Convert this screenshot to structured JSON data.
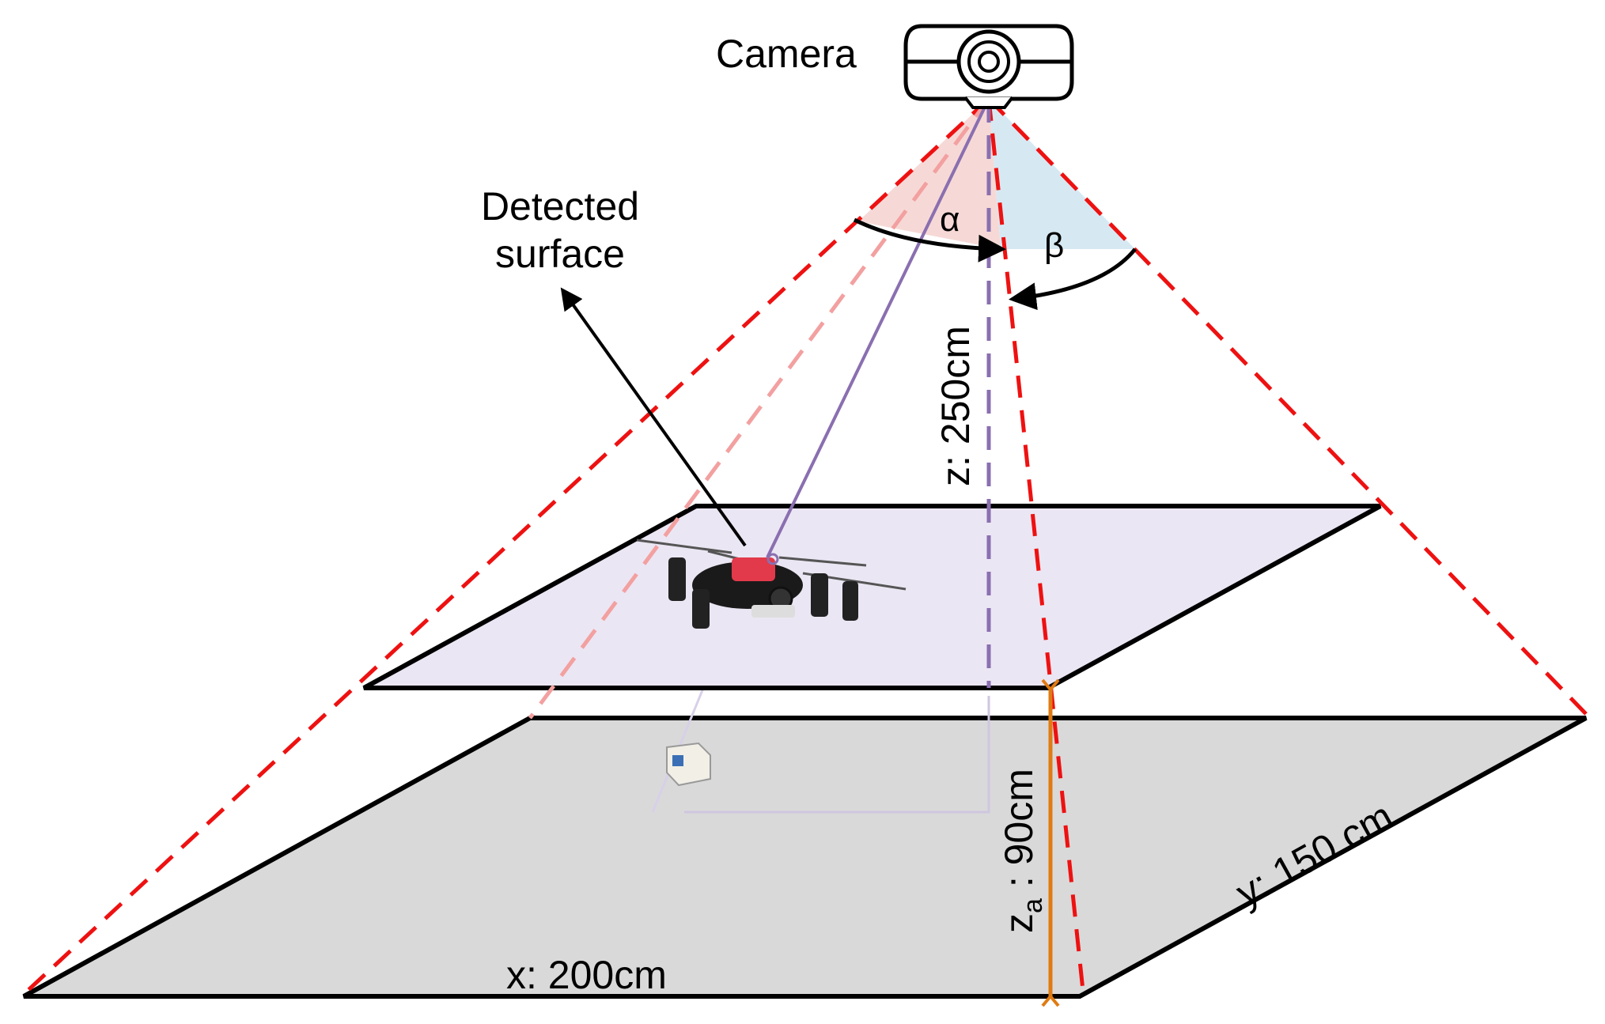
{
  "diagram": {
    "camera_label": "Camera",
    "detected_surface_label_line1": "Detected",
    "detected_surface_label_line2": "surface",
    "alpha_label": "α",
    "beta_label": "β",
    "z_label": "z: 250cm",
    "za_prefix": "z",
    "za_subscript": "a",
    "za_suffix": " : 90cm",
    "x_label": "x: 200cm",
    "y_label": "y: 150 cm"
  },
  "colors": {
    "fov_lines": "#ee1111",
    "camera_axis": "#8a6fb0",
    "alpha_fill": "#f5d5d2",
    "beta_fill": "#d4e8f2",
    "detected_surface_fill": "#ebe6f3",
    "floor_fill": "#d9d9d9",
    "altitude_marker": "#e07b12",
    "outline": "#000000"
  },
  "icons": {
    "camera": "camera-icon",
    "drone": "drone-icon",
    "payload": "payload-box-icon"
  }
}
